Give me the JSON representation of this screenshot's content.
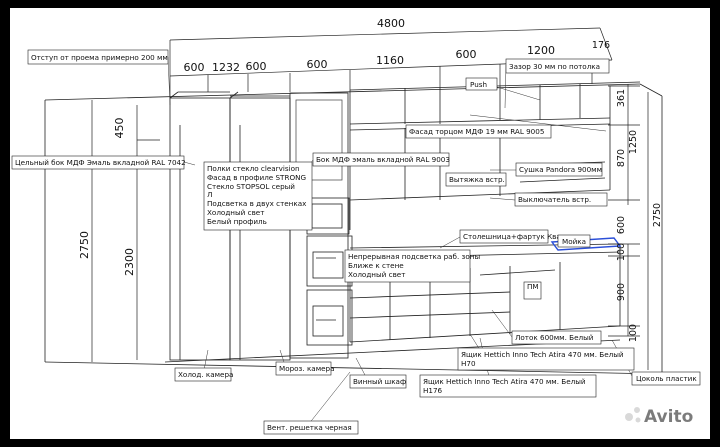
{
  "dimensions": {
    "top_total": "4800",
    "top_segments": [
      "600",
      "1232",
      "600",
      "600",
      "1160",
      "600",
      "1200",
      "176"
    ],
    "left_vertical": [
      "450",
      "2750",
      "2300"
    ],
    "right_vertical": [
      "361",
      "1250",
      "870",
      "2750",
      "600",
      "100",
      "900",
      "100"
    ]
  },
  "labels": {
    "setback": "Отступ от проема примерно 200 мм",
    "gap_ceiling": "Зазор 30 мм по потолка",
    "push": "Push",
    "facade_face": "Фасад торцом МДФ 19 мм RAL 9005",
    "side_panel": "Цельный бок МДФ Эмаль вкладной RAL 7042",
    "box_mdf": "Бок МДФ эмаль вкладной RAL 9003",
    "shelves": [
      "Полки стекло clearvision",
      "Фасад в профиле STRONG",
      "Стекло STOPSOL серый",
      "Л",
      "Подсветка в двух стенках",
      "Холодный свет",
      "Белый профиль"
    ],
    "dryer": "Сушка Pandora 900мм",
    "hood": "Вытяжка встр.",
    "switches": "Выключатель встр.",
    "countertop": "Столешница+фартук Кварц",
    "sink": "Мойка",
    "lighting": [
      "Непрерывная подсветка раб. зоны",
      "Ближе к стене",
      "Холодный свет"
    ],
    "dw": "ПМ",
    "tray": "Лоток 600мм. Белый",
    "drawer1": [
      "Ящик  Hettich Inno Tech Atira 470 мм. Белый",
      "Н70"
    ],
    "drawer2": [
      "Ящик  Hettich Inno Tech Atira 470 мм. Белый",
      "Н176"
    ],
    "plinth": "Цоколь пластик",
    "fridge": "Холод. камера",
    "freezer": "Мороз. камера",
    "wine": "Винный шкаф",
    "vent": "Вент. решетка черная"
  },
  "watermark": "Avito",
  "colors": {
    "frame": "#000000",
    "paper": "#ffffff",
    "line": "#222222",
    "accent": "#2b4fd8"
  }
}
